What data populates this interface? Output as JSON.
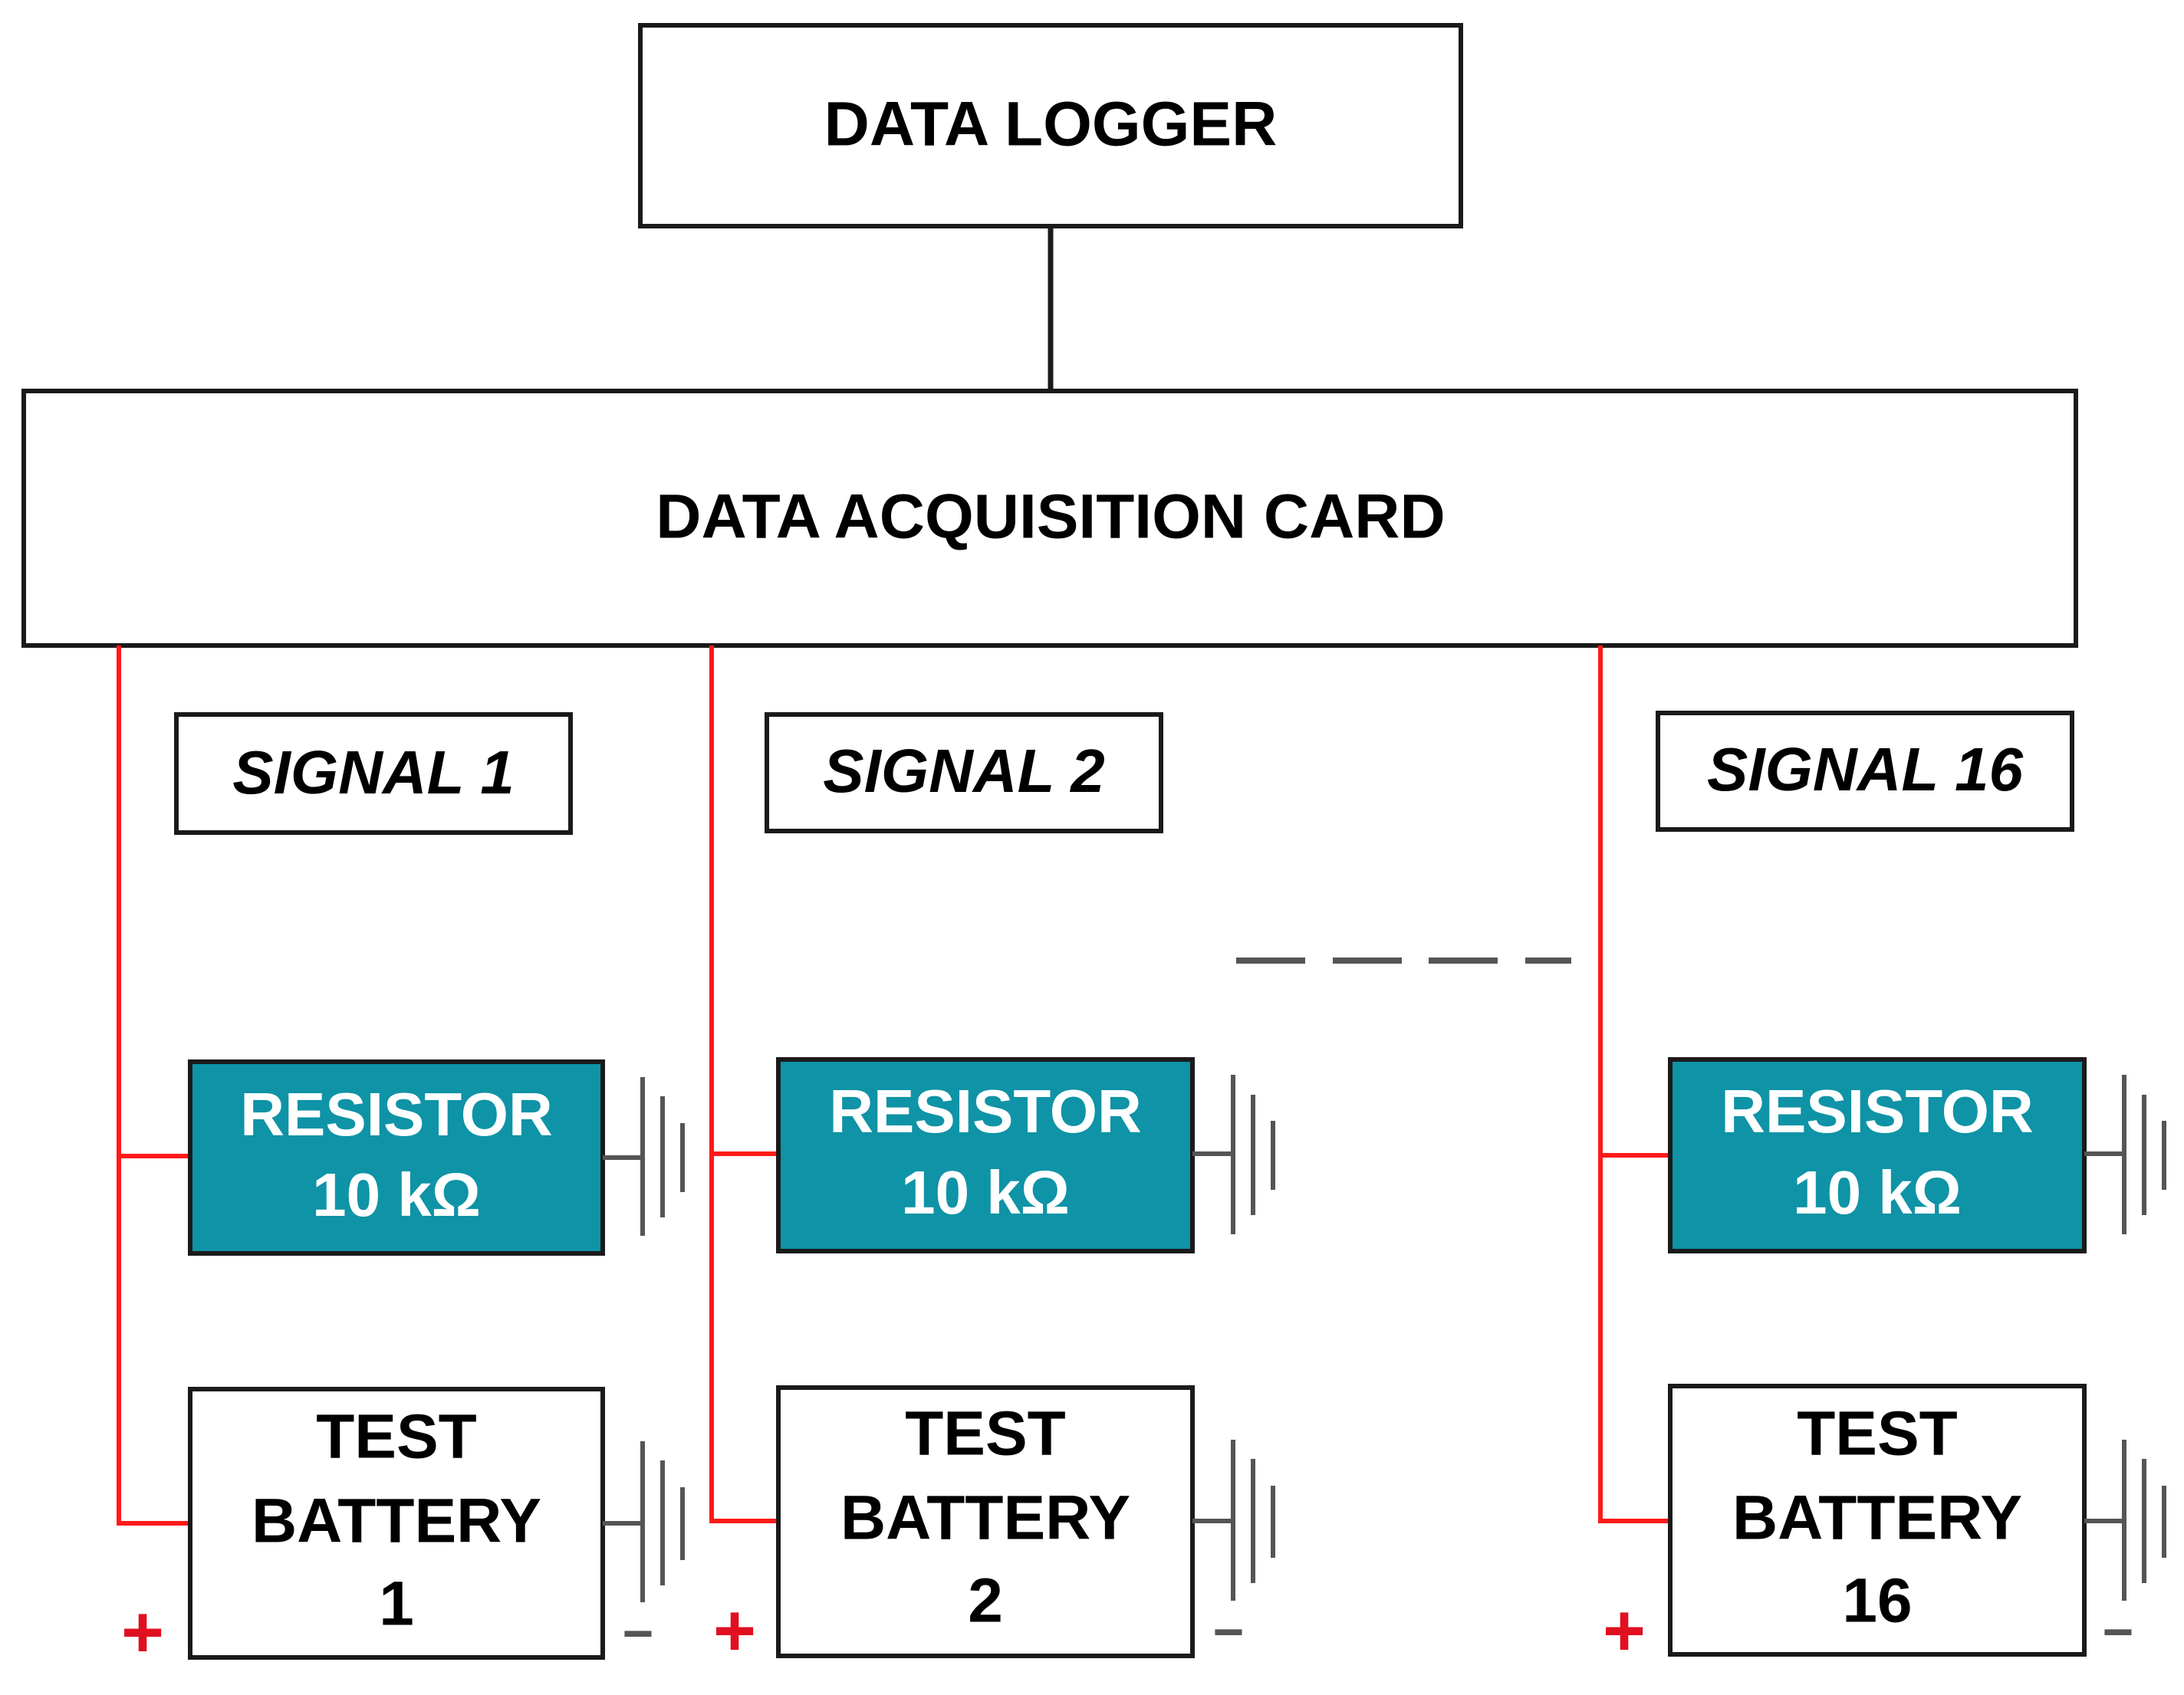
{
  "data_logger": {
    "label": "DATA LOGGER"
  },
  "daq_card": {
    "label": "DATA ACQUISITION CARD"
  },
  "channels": [
    {
      "signal": "SIGNAL 1",
      "resistor": [
        "RESISTOR",
        "10 kΩ"
      ],
      "battery": [
        "TEST",
        "BATTERY",
        "1"
      ],
      "plus": "+",
      "minus": "−"
    },
    {
      "signal": "SIGNAL 2",
      "resistor": [
        "RESISTOR",
        "10 kΩ"
      ],
      "battery": [
        "TEST",
        "BATTERY",
        "2"
      ],
      "plus": "+",
      "minus": "−"
    },
    {
      "signal": "SIGNAL 16",
      "resistor": [
        "RESISTOR",
        "10 kΩ"
      ],
      "battery": [
        "TEST",
        "BATTERY",
        "16"
      ],
      "plus": "+",
      "minus": "−"
    }
  ],
  "colors": {
    "wire": "#ff1a1a",
    "resistor_fill": "#0f93a6",
    "resistor_text": "#ffffff",
    "outline": "#1a1a1a",
    "ground": "#555555",
    "ellipsis_dash": "#555555",
    "plus_sign": "#e01020"
  }
}
